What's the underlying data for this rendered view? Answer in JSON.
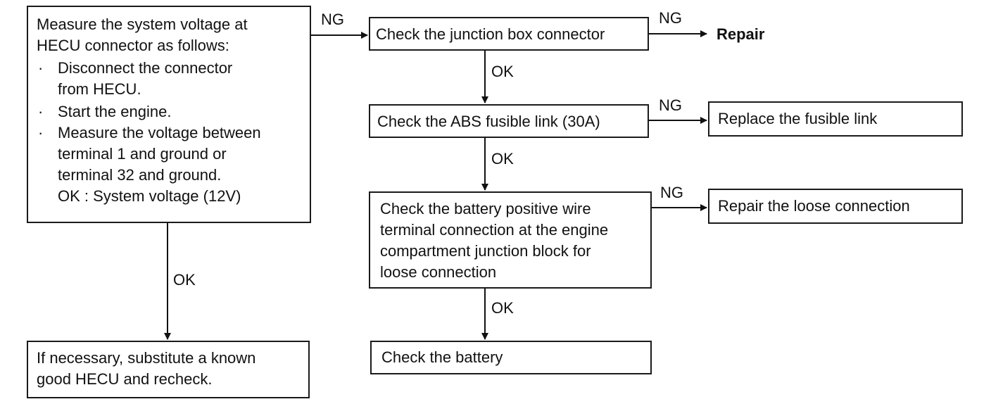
{
  "main_box": {
    "intro_line1": "Measure the system voltage at",
    "intro_line2": "HECU connector as follows:",
    "bullet_symbol": "·",
    "step1_line1": "Disconnect the connector",
    "step1_line2": "from HECU.",
    "step2_line1": "Start the engine.",
    "step3_line1": "Measure the voltage between",
    "step3_line2": "terminal 1 and ground or",
    "step3_line3": "terminal 32 and ground.",
    "ok_note": "OK : System voltage (12V)"
  },
  "substitute_box": {
    "line1": "If necessary, substitute a known",
    "line2": "good HECU and recheck."
  },
  "junction_box": {
    "text": "Check the junction box connector"
  },
  "repair_text": "Repair",
  "fusible_box": {
    "text": "Check the ABS fusible link (30A)"
  },
  "replace_box": {
    "text": "Replace the fusible link"
  },
  "battery_wire_box": {
    "line1": "Check the battery positive wire",
    "line2": "terminal connection at the engine",
    "line3": "compartment junction block for",
    "line4": "loose connection"
  },
  "loose_box": {
    "text": "Repair the loose connection"
  },
  "battery_box": {
    "text": "Check the battery"
  },
  "labels": {
    "ng": "NG",
    "ok": "OK"
  }
}
